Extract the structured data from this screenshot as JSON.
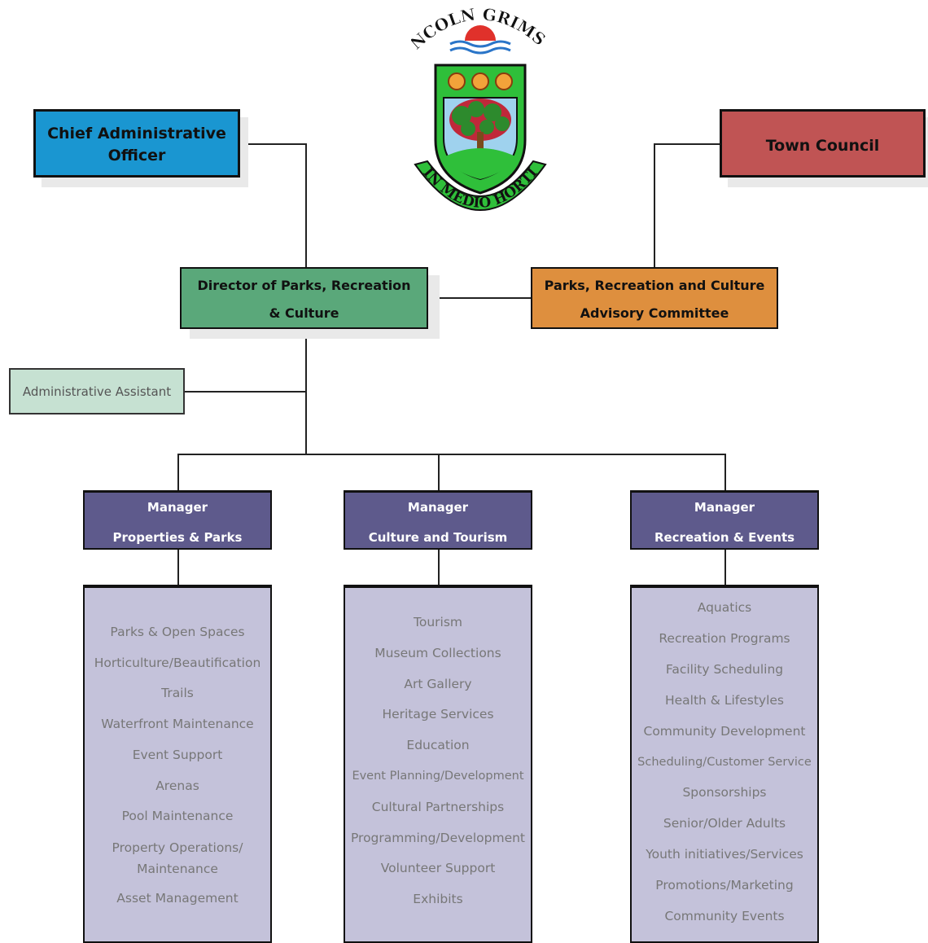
{
  "logo": {
    "motto_top": "LINCOLN GRIMSBY",
    "motto_bottom": "IN MEDIO HORTI"
  },
  "top_left": {
    "line1": "Chief Administrative",
    "line2": "Officer",
    "color": "#1a96d1"
  },
  "top_right": {
    "label": "Town Council",
    "color": "#c05454"
  },
  "director": {
    "line1": "Director of Parks, Recreation",
    "line2": "& Culture",
    "color": "#5aa87a"
  },
  "advisory": {
    "line1": "Parks, Recreation and Culture",
    "line2": "Advisory Committee",
    "color": "#de8f3e"
  },
  "assistant": {
    "label": "Administrative Assistant",
    "color": "#c6e1d2"
  },
  "managers": [
    {
      "title": "Manager",
      "area": "Properties & Parks",
      "services": [
        "Parks & Open Spaces",
        "Horticulture/Beautification",
        "Trails",
        "Waterfront Maintenance",
        "Event Support",
        "Arenas",
        "Pool Maintenance",
        "Property Operations/ Maintenance",
        "Asset Management"
      ]
    },
    {
      "title": "Manager",
      "area": "Culture and Tourism",
      "services": [
        "Tourism",
        "Museum Collections",
        "Art Gallery",
        "Heritage Services",
        "Education",
        "Event Planning/Development",
        "Cultural Partnerships",
        "Programming/Development",
        "Volunteer Support",
        "Exhibits"
      ]
    },
    {
      "title": "Manager",
      "area": "Recreation & Events",
      "services": [
        "Aquatics",
        "Recreation Programs",
        "Facility Scheduling",
        "Health & Lifestyles",
        "Community Development",
        "Scheduling/Customer Service",
        "Sponsorships",
        "Senior/Older Adults",
        "Youth initiatives/Services",
        "Promotions/Marketing",
        "Community Events"
      ]
    }
  ],
  "colors": {
    "manager": "#5e5a8c",
    "services": "#c4c2da",
    "line": "#222222"
  }
}
